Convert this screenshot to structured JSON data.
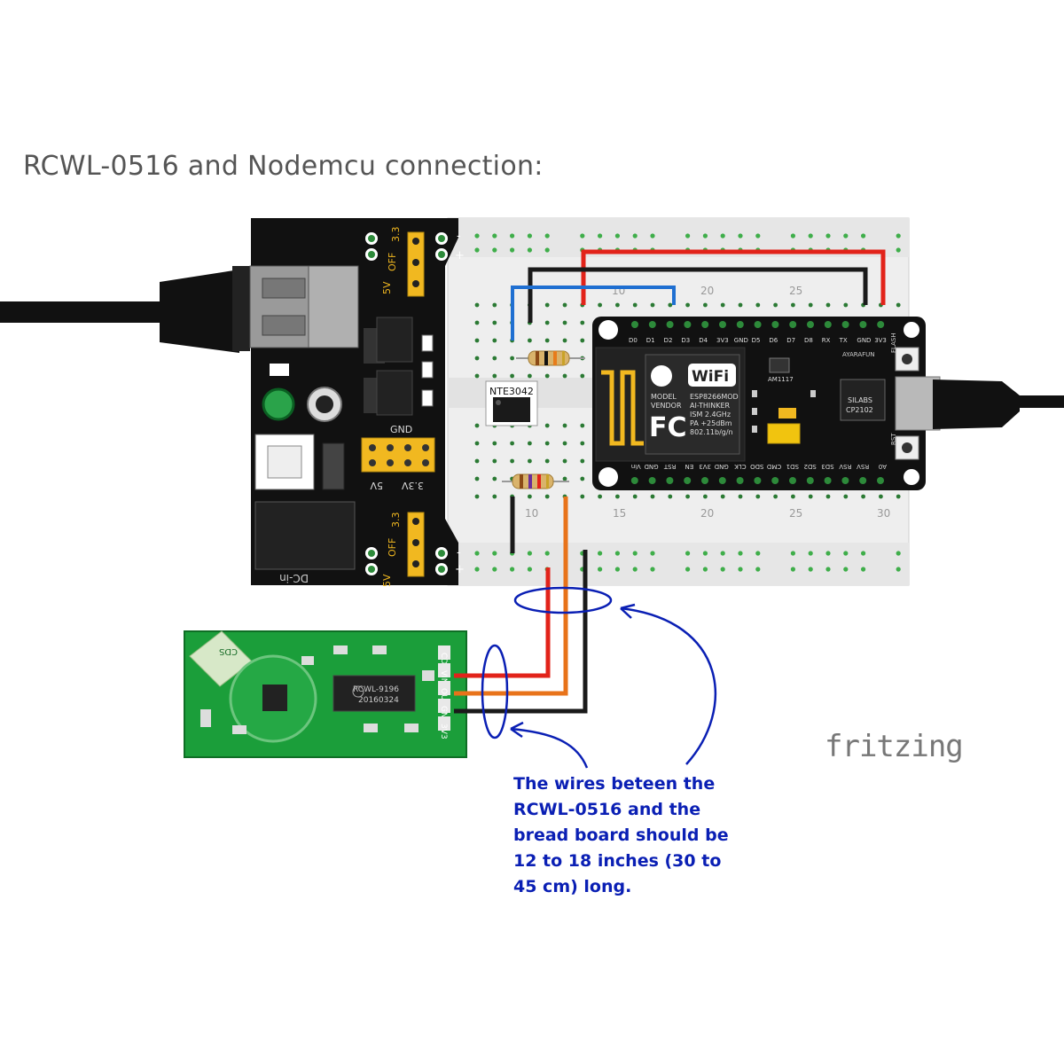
{
  "title": "RCWL-0516 and Nodemcu connection:",
  "note_lines": [
    "The wires beteen the",
    "RCWL-0516 and the",
    "bread board should be",
    "12 to 18 inches (30 to",
    "45 cm) long."
  ],
  "watermark": "fritzing",
  "breadboard": {
    "column_numbers_top": [
      "10",
      "20",
      "25"
    ],
    "column_numbers_bottom": [
      "10",
      "15",
      "20",
      "25",
      "30"
    ]
  },
  "power_module": {
    "jumper_top_labels": [
      "5V",
      "OFF",
      "3.3"
    ],
    "jumper_bottom_labels": [
      "5V",
      "OFF",
      "3.3"
    ],
    "header_labels": [
      "GND",
      "5V",
      "3.3V"
    ],
    "dc_label": "DC-in",
    "rail_minus": "-",
    "rail_plus": "+"
  },
  "ic_label": "NTE3042",
  "nodemcu": {
    "top_pins": [
      "D0",
      "D1",
      "D2",
      "D3",
      "D4",
      "3V3",
      "GND",
      "D5",
      "D6",
      "D7",
      "D8",
      "RX",
      "TX",
      "GND",
      "3V3"
    ],
    "bottom_pins": [
      "A0",
      "RSV",
      "RSV",
      "SD3",
      "SD2",
      "SD1",
      "CMD",
      "SDO",
      "CLK",
      "GND",
      "3V3",
      "EN",
      "RST",
      "GND",
      "Vin"
    ],
    "module_lines": [
      "MODEL",
      "VENDOR"
    ],
    "module_info": [
      "ESP8266MOD",
      "AI-THINKER",
      "ISM 2.4GHz",
      "PA +25dBm",
      "802.11b/g/n"
    ],
    "wifi_logo": "WiFi",
    "fc_logo": "FC",
    "regulator": "AM1117",
    "usb_chip": [
      "SILABS",
      "CP2102"
    ],
    "flash_label": "FLASH",
    "rst_label": "RST",
    "maker": "AYARAFUN"
  },
  "rcwl": {
    "pin_labels": [
      "CDS",
      "VIN",
      "OUT",
      "GND",
      "3V3"
    ],
    "chip_line1": "RCWL-9196",
    "chip_line2": "20160324",
    "cds_label": "CDS"
  },
  "colors": {
    "wire_red": "#e2231a",
    "wire_black": "#1a1a1a",
    "wire_blue": "#1f6fd1",
    "wire_orange": "#e8731a",
    "annotation": "#0a1fb4",
    "pcb_green": "#1b9e3a",
    "board_black": "#111111",
    "breadboard": "#eeeeee"
  }
}
